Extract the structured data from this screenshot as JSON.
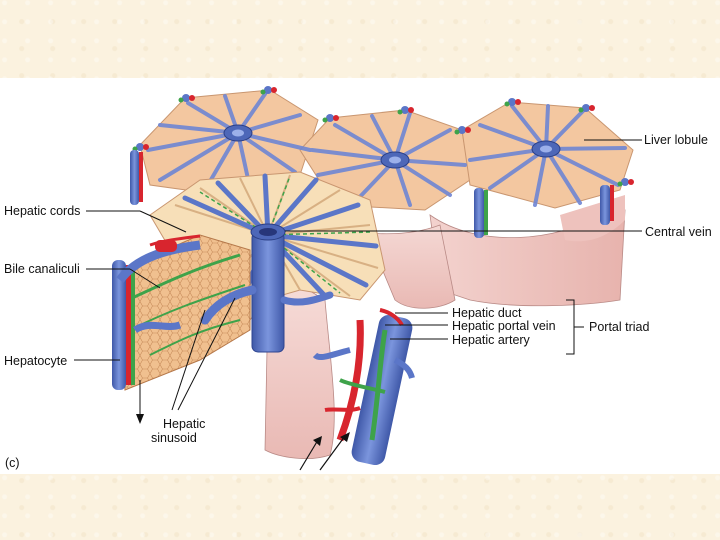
{
  "labels": {
    "liver_lobule": "Liver lobule",
    "central_vein": "Central vein",
    "hepatic_cords": "Hepatic cords",
    "bile_canaliculi": "Bile canaliculi",
    "hepatocyte": "Hepatocyte",
    "hepatic_sinusoid_line1": "Hepatic",
    "hepatic_sinusoid_line2": "sinusoid",
    "hepatic_duct": "Hepatic duct",
    "hepatic_portal_vein": "Hepatic portal vein",
    "hepatic_artery": "Hepatic artery",
    "portal_triad": "Portal triad",
    "panel_letter": "(c)"
  },
  "colors": {
    "slide_background": "#fbf2df",
    "lobule_peach": "#f3c7a0",
    "vein_blue": "#5b76c8",
    "artery_red": "#d8252e",
    "duct_green": "#3ea34a",
    "cut_face_pink": "#f2cfcb"
  }
}
